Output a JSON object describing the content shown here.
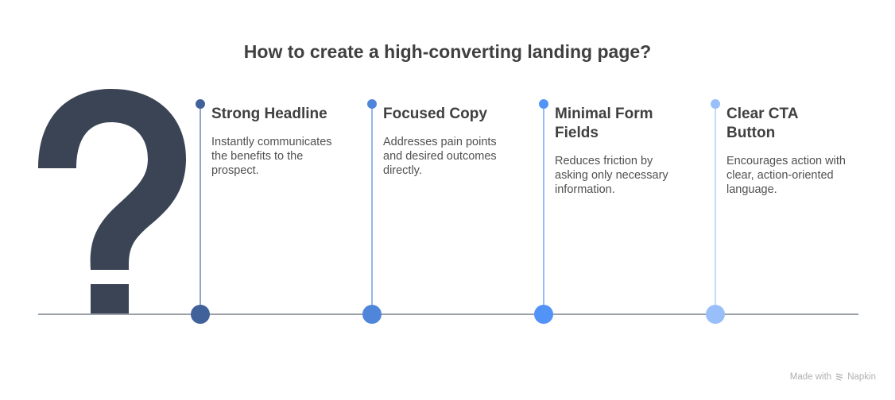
{
  "title": "How to create a high-converting landing page?",
  "decor_icon": "question-mark-icon",
  "colors": {
    "question_mark": "#3a4455",
    "baseline": "#9aa0a8",
    "step_1": "#41619a",
    "step_2": "#5086da",
    "step_3": "#5193f7",
    "step_4": "#98bffa"
  },
  "steps": [
    {
      "title": "Strong Headline",
      "description": "Instantly communicates the benefits to the prospect."
    },
    {
      "title": "Focused Copy",
      "description": "Addresses pain points and desired outcomes directly."
    },
    {
      "title": "Minimal Form Fields",
      "description": "Reduces friction by asking only necessary information."
    },
    {
      "title": "Clear CTA Button",
      "description": "Encourages action with clear, action-oriented language."
    }
  ],
  "footer": {
    "made_with": "Made with",
    "brand": "Napkin",
    "icon": "napkin-logo-icon"
  }
}
